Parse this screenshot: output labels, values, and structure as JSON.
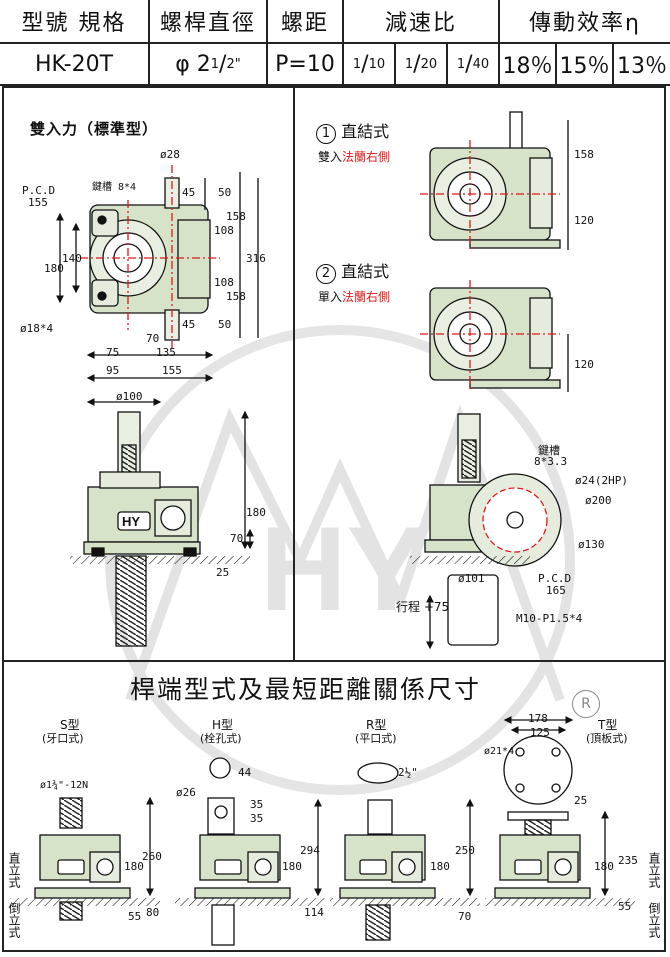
{
  "header": {
    "col_model": "型號 規格",
    "col_diameter": "螺桿直徑",
    "col_pitch": "螺距",
    "col_ratio": "減速比",
    "col_efficiency": "傳動效率η",
    "model": "HK-20T",
    "diameter_symbol": "φ",
    "diameter_whole": "2",
    "diameter_num": "1",
    "diameter_den": "2",
    "diameter_unit": "\"",
    "pitch": "P=10",
    "ratios": [
      {
        "num": "1",
        "den": "10"
      },
      {
        "num": "1",
        "den": "20"
      },
      {
        "num": "1",
        "den": "40"
      }
    ],
    "efficiencies": [
      "18％",
      "15％",
      "13％"
    ]
  },
  "left_panel": {
    "title": "雙入力（標準型）",
    "labels": {
      "shaft_dia": "ø28",
      "keyway": "鍵槽 8*4",
      "pcd": "P.C.D",
      "pcd_val": "155",
      "bolt": "ø18*4",
      "d45a": "45",
      "d50a": "50",
      "d158a": "158",
      "d108a": "108",
      "d316": "316",
      "d108b": "108",
      "d158b": "158",
      "d45b": "45",
      "d50b": "50",
      "d140": "140",
      "d180": "180",
      "d70": "70",
      "d75": "75",
      "d135": "135",
      "d95": "95",
      "d155": "155",
      "top_dia": "ø100",
      "h180": "180",
      "h70": "70",
      "h25": "25"
    }
  },
  "right_panel": {
    "type1_no": "1",
    "type1_title": "直結式",
    "type1_sub_a": "雙入",
    "type1_sub_b": "法蘭右側",
    "type2_no": "2",
    "type2_title": "直結式",
    "type2_sub_a": "單入",
    "type2_sub_b": "法蘭右側",
    "d158": "158",
    "d120a": "120",
    "d120b": "120",
    "keyway": "鍵槽",
    "keyway_val": "8*3.3",
    "d24": "ø24(2HP)",
    "d200": "ø200",
    "d130": "ø130",
    "d101": "ø101",
    "pcd": "P.C.D",
    "pcd_val": "165",
    "m10": "M10-P1.5*4",
    "stroke": "行程",
    "stroke_val": "+75"
  },
  "bottom": {
    "title": "桿端型式及最短距離關係尺寸",
    "registered": "R",
    "variants": [
      {
        "name": "S型",
        "sub": "(牙口式)"
      },
      {
        "name": "H型",
        "sub": "(栓孔式)"
      },
      {
        "name": "R型",
        "sub": "(平口式)"
      },
      {
        "name": "T型",
        "sub": "(頂板式)"
      }
    ],
    "labels": {
      "s_thread": "ø1¾\"-12N",
      "s260": "260",
      "s180": "180",
      "s55": "55",
      "s80": "80",
      "h_hole": "ø26",
      "h44": "44",
      "h35a": "35",
      "h35b": "35",
      "h294": "294",
      "h180": "180",
      "h114": "114",
      "r_dia": "2½\"",
      "r250": "250",
      "r180": "180",
      "r70": "70",
      "t178": "178",
      "t125": "125",
      "t_holes": "ø21*4",
      "t25": "25",
      "t235": "235",
      "t180": "180",
      "t55": "55",
      "upright": "直立式",
      "inverted": "倒立式",
      "upright2": "直立式",
      "inverted2": "倒立式"
    }
  }
}
